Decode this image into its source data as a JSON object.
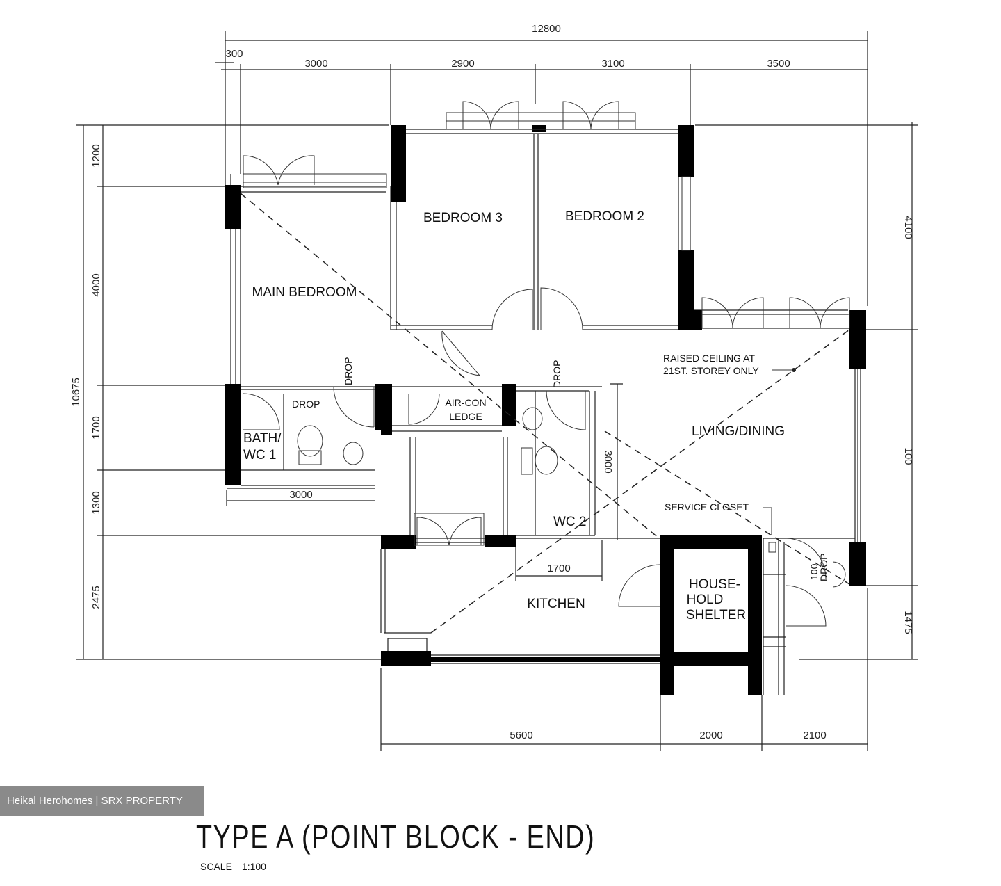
{
  "dimensions": {
    "top_total": "12800",
    "top_segments": [
      "300",
      "3000",
      "2900",
      "3100",
      "3500"
    ],
    "left_total": "10675",
    "left_segments": [
      "1200",
      "4000",
      "1700",
      "1300",
      "2475"
    ],
    "right_segments": [
      "4100",
      "1475"
    ],
    "right_partial": "100",
    "bottom_segments": [
      "5600",
      "2000",
      "2100"
    ],
    "bath_width": "3000",
    "wc2_height": "3000",
    "wc2_width": "1700",
    "closet_small": "100"
  },
  "rooms": {
    "bedroom3": "BEDROOM 3",
    "bedroom2": "BEDROOM 2",
    "main_bedroom": "MAIN BEDROOM",
    "living_dining": "LIVING/DINING",
    "kitchen": "KITCHEN",
    "bath_wc1_line1": "BATH/",
    "bath_wc1_line2": "WC 1",
    "wc2": "WC 2",
    "aircon_line1": "AIR-CON",
    "aircon_line2": "LEDGE",
    "shelter_line1": "HOUSE-",
    "shelter_line2": "HOLD",
    "shelter_line3": "SHELTER",
    "service_closet": "SERVICE CLOSET"
  },
  "notes": {
    "raised_ceiling_line1": "RAISED CEILING AT",
    "raised_ceiling_line2": "21ST. STOREY ONLY",
    "drop": "DROP"
  },
  "watermark": "Heikal Herohomes | SRX PROPERTY",
  "title": "TYPE A (POINT BLOCK - END)",
  "scale_label": "SCALE",
  "scale_value": "1:100"
}
